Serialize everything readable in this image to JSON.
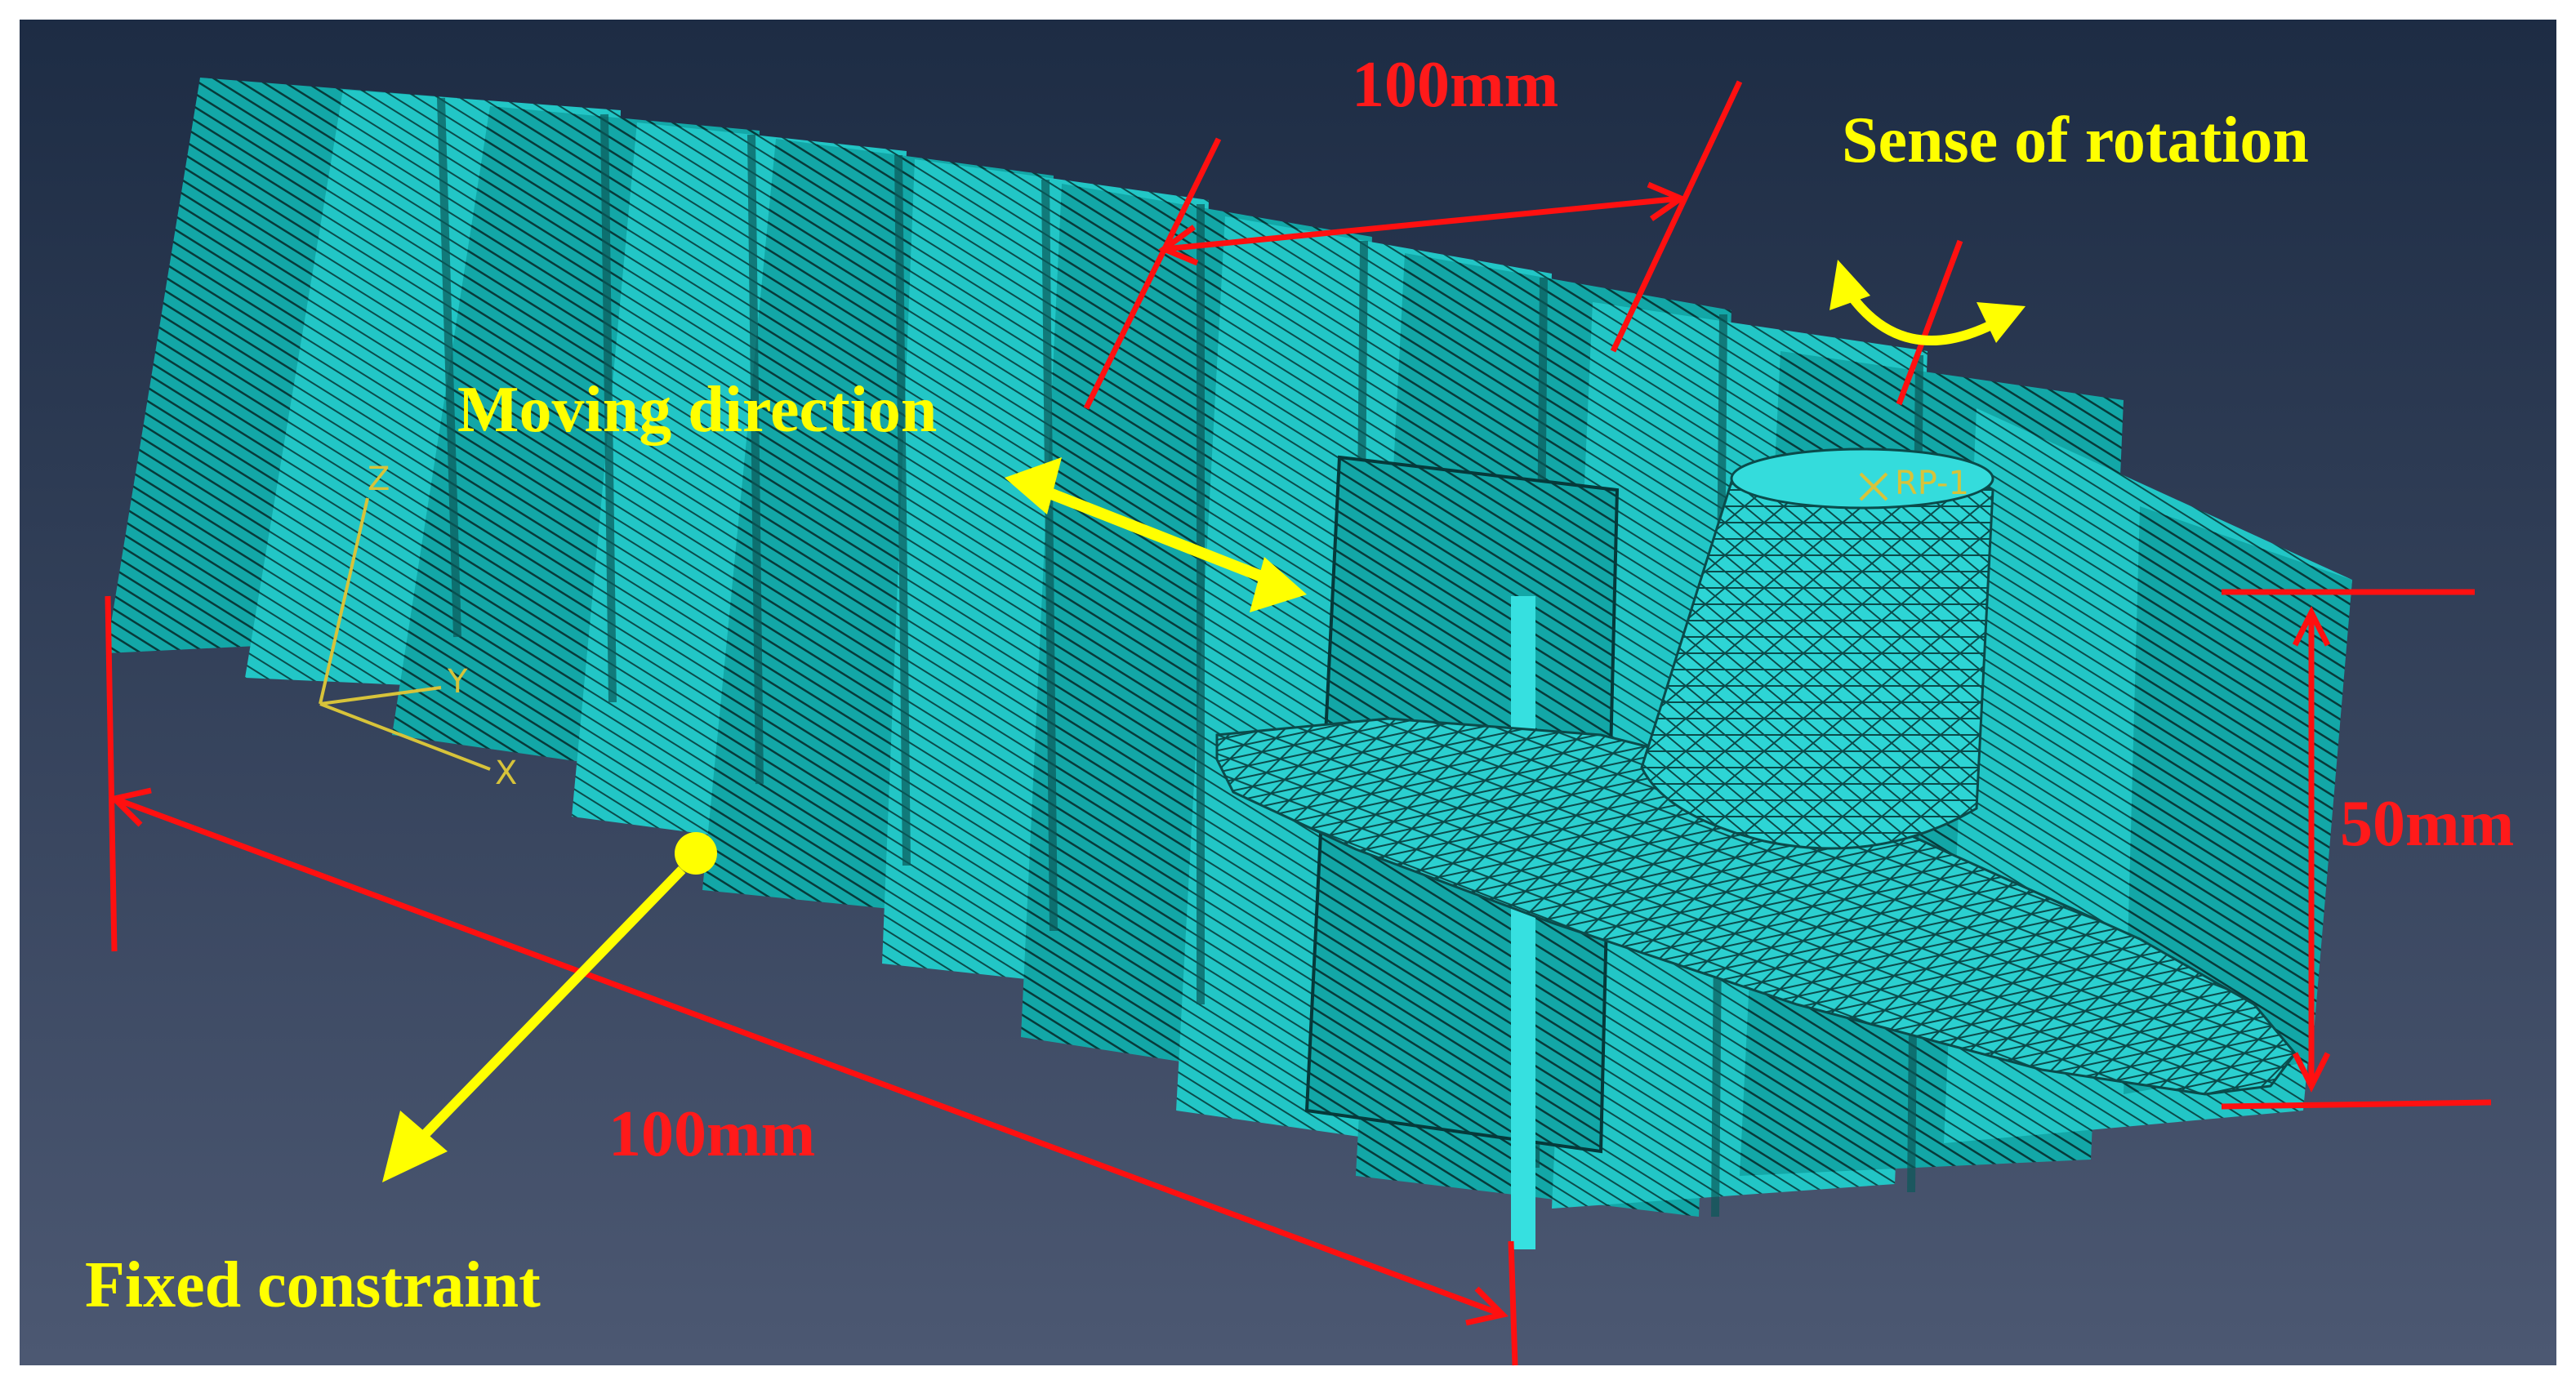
{
  "annotations": {
    "width_top": "100mm",
    "sense_of_rotation": "Sense of rotation",
    "moving_direction": "Moving direction",
    "height_right": "50mm",
    "length_bottom": "100mm",
    "fixed_constraint": "Fixed constraint"
  },
  "model": {
    "reference_point": "RP-1"
  },
  "triad": {
    "z": "Z",
    "y": "Y",
    "x": "X"
  },
  "colors": {
    "background_top": "#1d2c44",
    "background_bottom": "#4a5670",
    "mesh": "#19b5b5",
    "mesh_dark": "#0b5555",
    "tool": "#27d2d2",
    "dimension": "#ff1010",
    "label_red": "#ff1a1a",
    "label_yellow": "#ffff00",
    "triad": "#d7c33a"
  }
}
